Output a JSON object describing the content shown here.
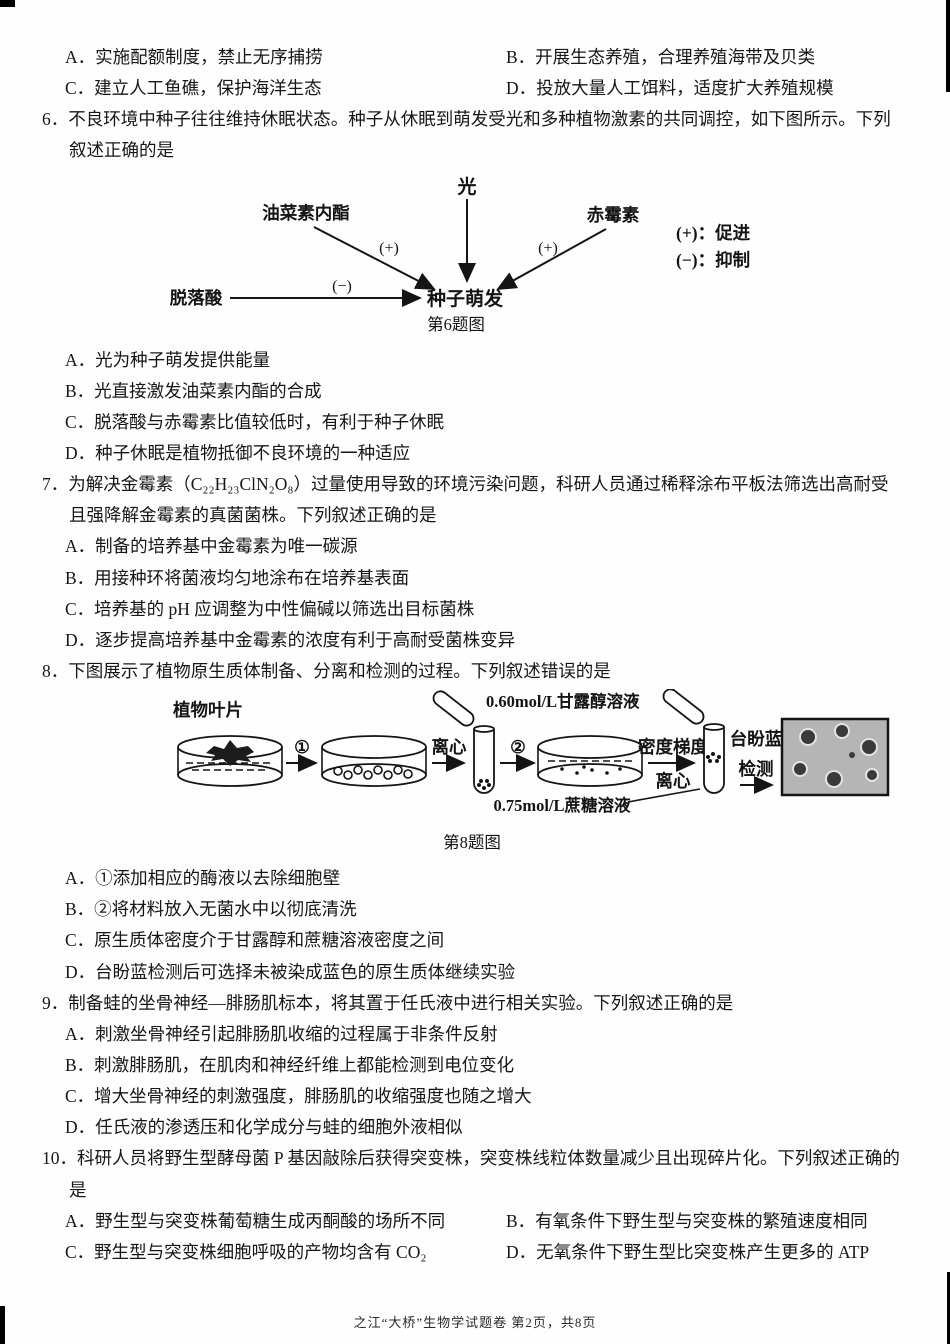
{
  "prev_options": {
    "a": "A．实施配额制度，禁止无序捕捞",
    "b": "B．开展生态养殖，合理养殖海带及贝类",
    "c": "C．建立人工鱼礁，保护海洋生态",
    "d": "D．投放大量人工饵料，适度扩大养殖规模"
  },
  "q6": {
    "stem": "6．不良环境中种子往往维持休眠状态。种子从休眠到萌发受光和多种植物激素的共同调控，如下图所示。下列叙述正确的是",
    "diagram": {
      "light": "光",
      "brassinolide": "油菜素内酯",
      "gibberellin": "赤霉素",
      "abscisic_acid": "脱落酸",
      "germination": "种子萌发",
      "plus_left": "(+)",
      "plus_right": "(+)",
      "minus": "(−)",
      "legend_promote": "(+)：促进",
      "legend_inhibit": "(−)：抑制",
      "caption": "第6题图"
    },
    "options": [
      "A．光为种子萌发提供能量",
      "B．光直接激发油菜素内酯的合成",
      "C．脱落酸与赤霉素比值较低时，有利于种子休眠",
      "D．种子休眠是植物抵御不良环境的一种适应"
    ]
  },
  "q7": {
    "stem": "7．为解决金霉素（C₂₂H₂₃ClN₂O₈）过量使用导致的环境污染问题，科研人员通过稀释涂布平板法筛选出高耐受且强降解金霉素的真菌菌株。下列叙述正确的是",
    "options": [
      "A．制备的培养基中金霉素为唯一碳源",
      "B．用接种环将菌液均匀地涂布在培养基表面",
      "C．培养基的 pH 应调整为中性偏碱以筛选出目标菌株",
      "D．逐步提高培养基中金霉素的浓度有利于高耐受菌株变异"
    ]
  },
  "q8": {
    "stem": "8．下图展示了植物原生质体制备、分离和检测的过程。下列叙述错误的是",
    "diagram": {
      "leaf": "植物叶片",
      "step1": "①",
      "step2": "②",
      "centrifuge": "离心",
      "mannitol": "0.60mol/L甘露醇溶液",
      "density1": "密度梯度",
      "density2": "离心",
      "sucrose": "0.75mol/L蔗糖溶液",
      "trypan1": "台盼蓝",
      "trypan2": "检测",
      "caption": "第8题图"
    },
    "options": [
      "A．①添加相应的酶液以去除细胞壁",
      "B．②将材料放入无菌水中以彻底清洗",
      "C．原生质体密度介于甘露醇和蔗糖溶液密度之间",
      "D．台盼蓝检测后可选择未被染成蓝色的原生质体继续实验"
    ]
  },
  "q9": {
    "stem": "9．制备蛙的坐骨神经—腓肠肌标本，将其置于任氏液中进行相关实验。下列叙述正确的是",
    "options": [
      "A．刺激坐骨神经引起腓肠肌收缩的过程属于非条件反射",
      "B．刺激腓肠肌，在肌肉和神经纤维上都能检测到电位变化",
      "C．增大坐骨神经的刺激强度，腓肠肌的收缩强度也随之增大",
      "D．任氏液的渗透压和化学成分与蛙的细胞外液相似"
    ]
  },
  "q10": {
    "stem": "10．科研人员将野生型酵母菌 P 基因敲除后获得突变株，突变株线粒体数量减少且出现碎片化。下列叙述正确的是",
    "options": [
      "A．野生型与突变株葡萄糖生成丙酮酸的场所不同",
      "B．有氧条件下野生型与突变株的繁殖速度相同",
      "C．野生型与突变株细胞呼吸的产物均含有 CO₂",
      "D．无氧条件下野生型比突变株产生更多的 ATP"
    ]
  },
  "footer": "之江“大桥”生物学试题卷 第2页，共8页"
}
